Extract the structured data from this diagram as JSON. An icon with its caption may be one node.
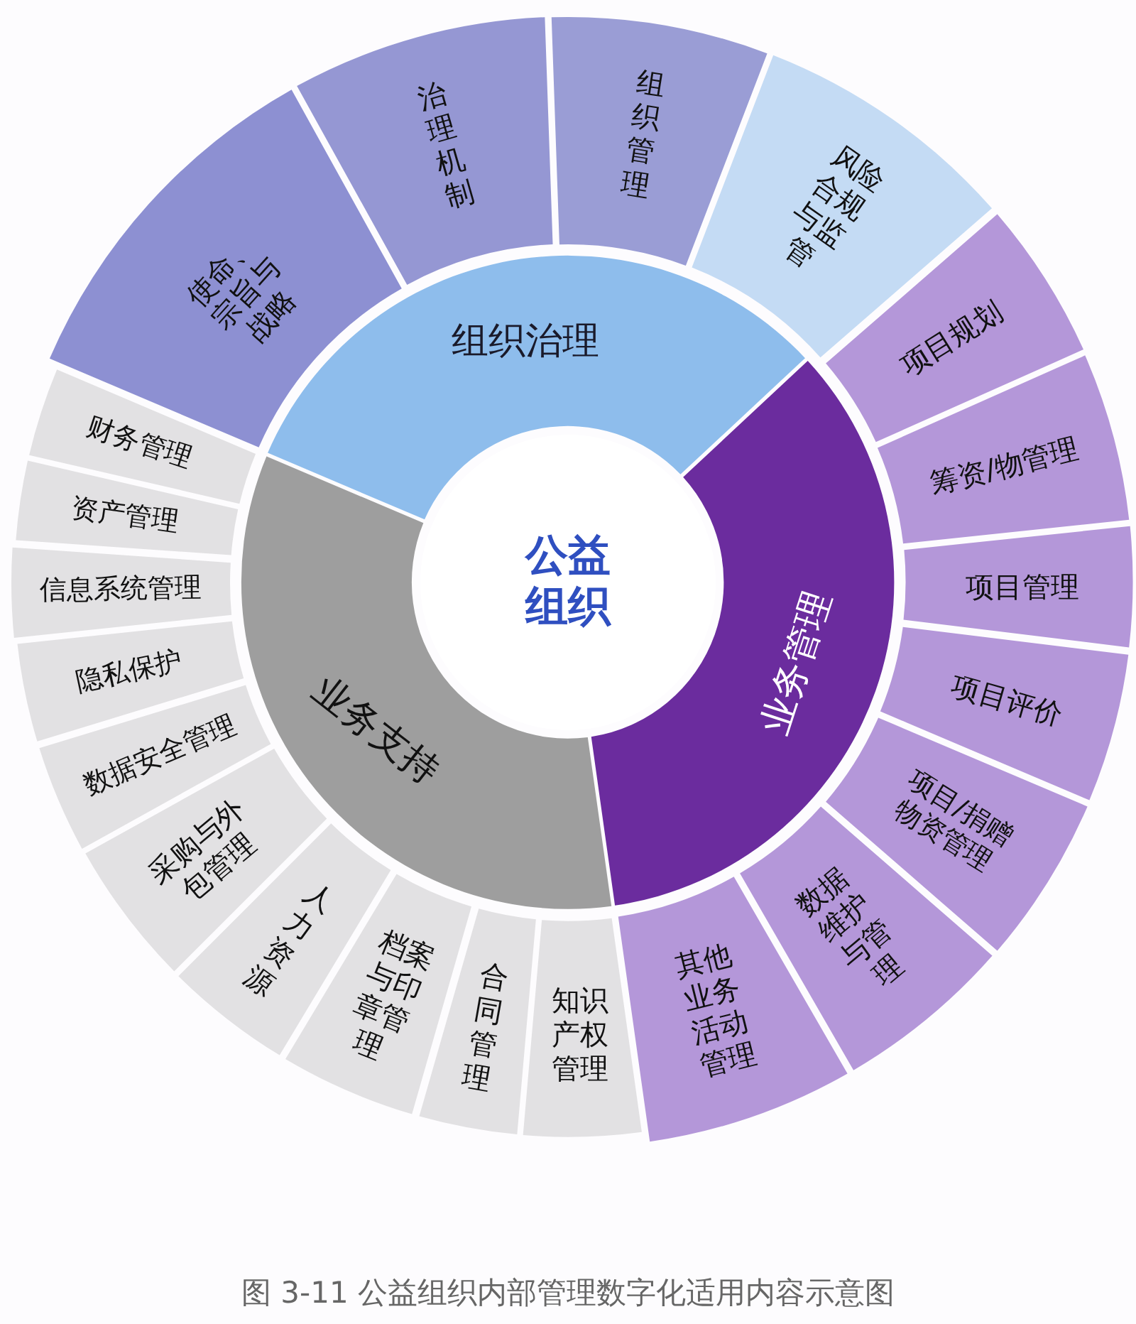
{
  "diagram": {
    "caption": "图 3-11 公益组织内部管理数字化适用内容示意图",
    "nodes": [
      {
        "text": [
          "公益组织"
        ]
      },
      {
        "text": [
          "组织治理"
        ]
      },
      {
        "text": [
          "使命、宗旨与战略"
        ]
      },
      {
        "text": [
          "治理机制"
        ]
      },
      {
        "text": [
          "组织管理"
        ]
      },
      {
        "text": [
          "风险合规与监管"
        ]
      },
      {
        "text": [
          "业务管理"
        ]
      },
      {
        "text": [
          "项目规划"
        ]
      },
      {
        "text": [
          "筹资/物管理"
        ]
      },
      {
        "text": [
          "项目管理"
        ]
      },
      {
        "text": [
          "项目评价"
        ]
      },
      {
        "text": [
          "项目/捐赠物资管理"
        ]
      },
      {
        "text": [
          "数据维护与管理"
        ]
      },
      {
        "text": [
          "其他业务活动管理"
        ]
      },
      {
        "text": [
          "业务支持"
        ]
      },
      {
        "text": [
          "知识产权管理"
        ]
      },
      {
        "text": [
          "合同管理"
        ]
      },
      {
        "text": [
          "档案与印章管理"
        ]
      },
      {
        "text": [
          "人力资源"
        ]
      },
      {
        "text": [
          "采购与外包管理"
        ]
      },
      {
        "text": [
          "数据安全管理"
        ]
      },
      {
        "text": [
          "隐私保护"
        ]
      },
      {
        "text": [
          "信息系统管理"
        ]
      },
      {
        "text": [
          "资产管理"
        ]
      },
      {
        "text": [
          "财务管理"
        ]
      }
    ]
  }
}
